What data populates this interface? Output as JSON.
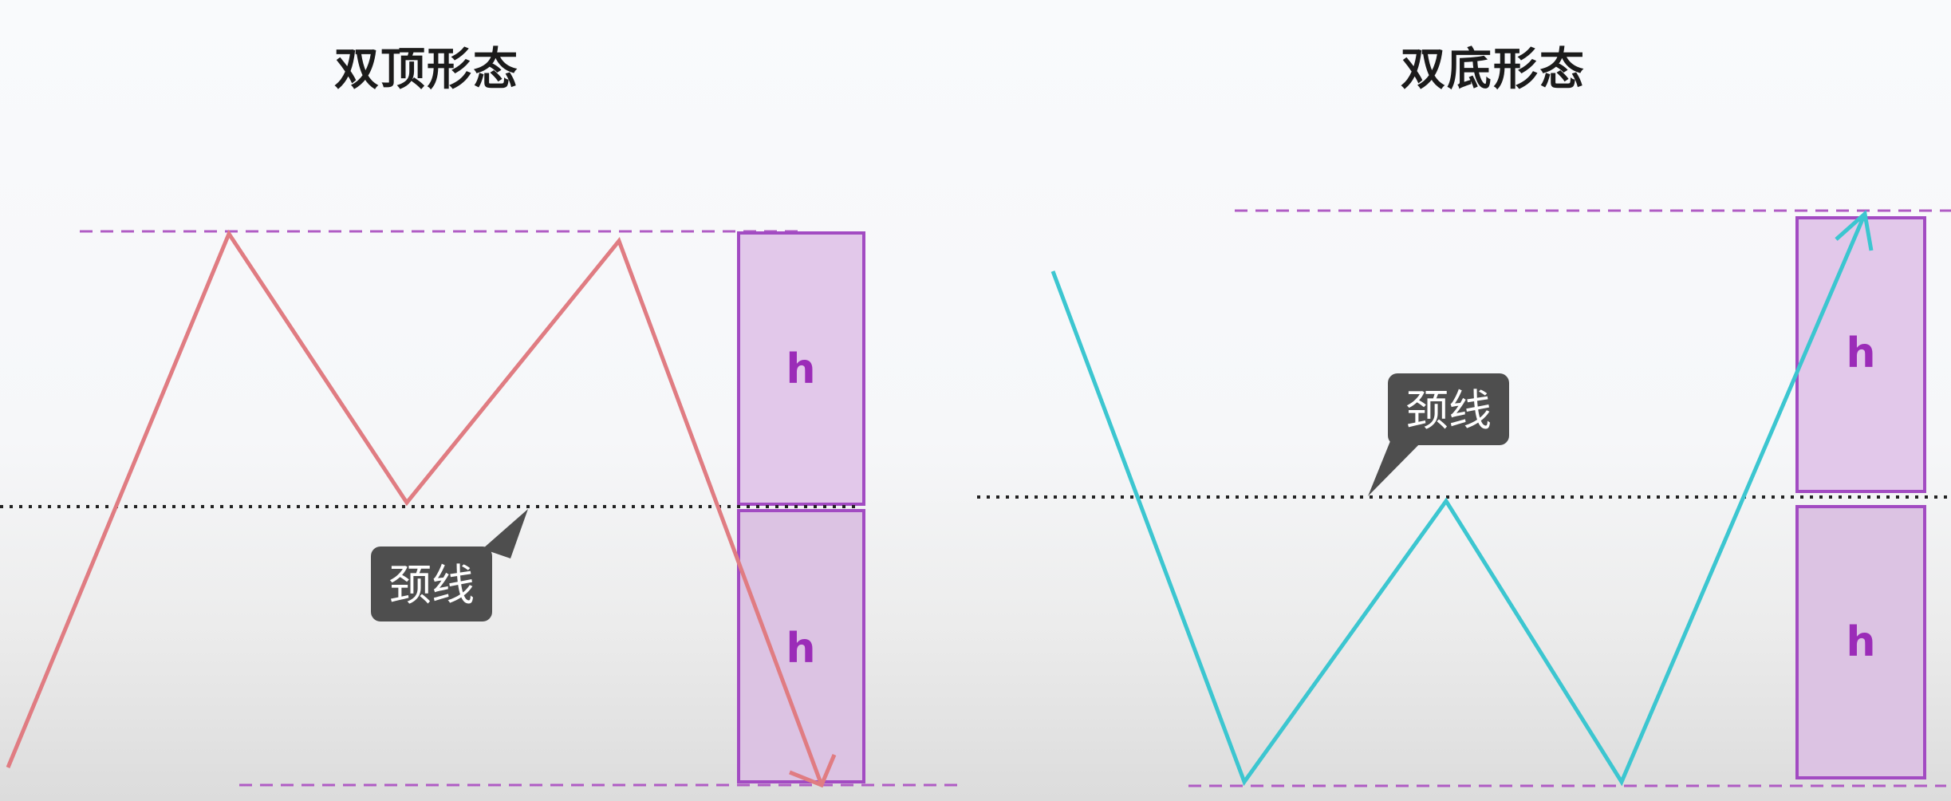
{
  "titles": {
    "double_top": "双顶形态",
    "double_bottom": "双底形态"
  },
  "neckline_label": "颈线",
  "height_label": "h",
  "colors": {
    "double_top_line": "#e07c82",
    "double_bottom_line": "#3cc6d0",
    "height_box_fill": "#e2c8ea",
    "height_box_stroke": "#a24bc2",
    "height_text": "#9b2cb8",
    "guide_dashed": "#b05cc4",
    "neckline_dotted": "#222222",
    "callout_bg": "#4e4e4e",
    "callout_text": "#ffffff"
  }
}
